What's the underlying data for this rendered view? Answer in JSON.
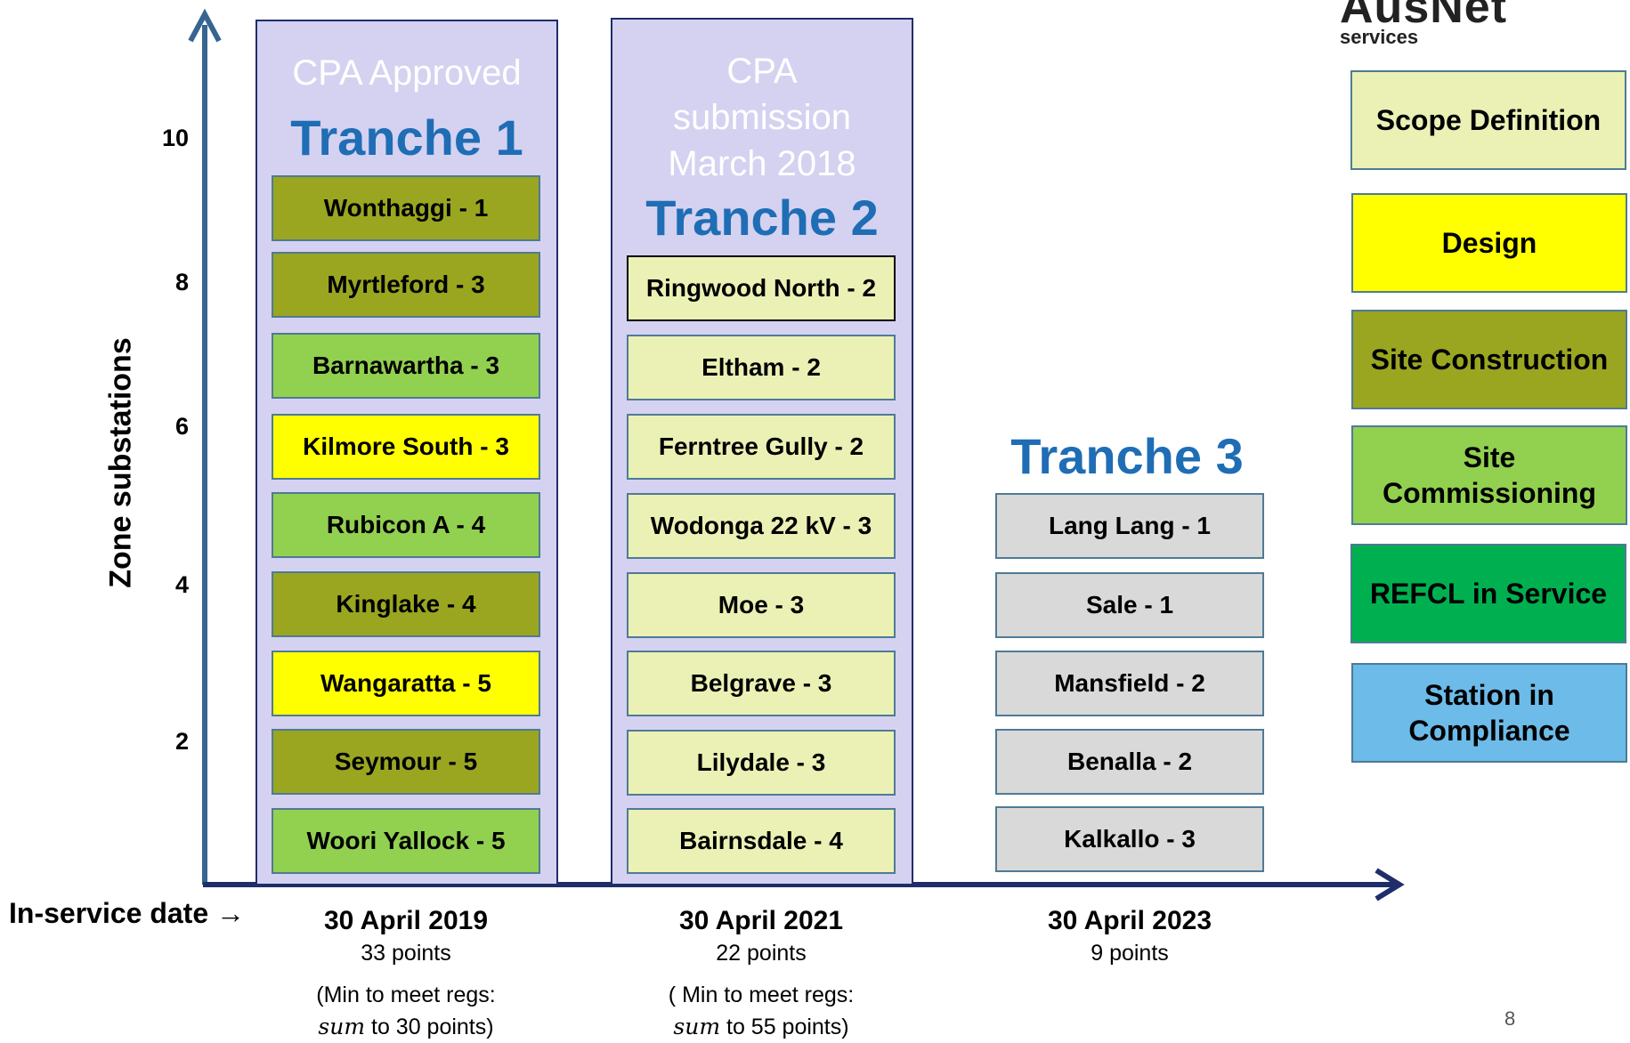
{
  "logo": {
    "main": "AusNet",
    "sub": "services"
  },
  "page_number": "8",
  "y_axis": {
    "label": "Zone substations",
    "ticks": [
      "10",
      "8",
      "6",
      "4",
      "2"
    ]
  },
  "x_axis": {
    "label": "In-service date →"
  },
  "columns": [
    {
      "header_lines": [
        "CPA Approved"
      ],
      "title": "Tranche 1",
      "items": [
        {
          "label": "Wonthaggi - 1",
          "stage": "Site Construction"
        },
        {
          "label": "Myrtleford - 3",
          "stage": "Site Construction"
        },
        {
          "label": "Barnawartha - 3",
          "stage": "Site Commissioning"
        },
        {
          "label": "Kilmore South - 3",
          "stage": "Design"
        },
        {
          "label": "Rubicon A - 4",
          "stage": "Site Commissioning"
        },
        {
          "label": "Kinglake - 4",
          "stage": "Site Construction"
        },
        {
          "label": "Wangaratta - 5",
          "stage": "Design"
        },
        {
          "label": "Seymour - 5",
          "stage": "Site Construction"
        },
        {
          "label": "Woori Yallock - 5",
          "stage": "Site Commissioning"
        }
      ],
      "date": "30 April 2019",
      "points": "33 points",
      "note_line1": "(Min to meet regs:",
      "note_var": "sum",
      "note_line2": " to 30 points)"
    },
    {
      "header_lines": [
        "CPA",
        "submission",
        "March 2018"
      ],
      "title": "Tranche 2",
      "items": [
        {
          "label": "Ringwood North - 2",
          "stage": "Scope Definition"
        },
        {
          "label": "Eltham - 2",
          "stage": "Scope Definition"
        },
        {
          "label": "Ferntree Gully - 2",
          "stage": "Scope Definition"
        },
        {
          "label": "Wodonga 22 kV - 3",
          "stage": "Scope Definition"
        },
        {
          "label": "Moe - 3",
          "stage": "Scope Definition"
        },
        {
          "label": "Belgrave - 3",
          "stage": "Scope Definition"
        },
        {
          "label": "Lilydale - 3",
          "stage": "Scope Definition"
        },
        {
          "label": "Bairnsdale - 4",
          "stage": "Scope Definition"
        }
      ],
      "date": "30 April 2021",
      "points": "22 points",
      "note_line1": "( Min to meet regs:",
      "note_var": "sum",
      "note_line2": " to 55 points)"
    },
    {
      "header_lines": [],
      "title": "Tranche 3",
      "items": [
        {
          "label": "Lang Lang - 1",
          "stage": "Not started"
        },
        {
          "label": "Sale - 1",
          "stage": "Not started"
        },
        {
          "label": "Mansfield - 2",
          "stage": "Not started"
        },
        {
          "label": "Benalla - 2",
          "stage": "Not started"
        },
        {
          "label": "Kalkallo - 3",
          "stage": "Not started"
        }
      ],
      "date": "30 April 2023",
      "points": "9 points"
    }
  ],
  "legend": [
    {
      "label": "Scope Definition",
      "color": "#ebf1b4"
    },
    {
      "label": "Design",
      "color": "#ffff00"
    },
    {
      "label": "Site Construction",
      "color": "#9aa620"
    },
    {
      "label": "Site Commissioning",
      "color": "#92d050"
    },
    {
      "label": "REFCL in Service",
      "color": "#00b050"
    },
    {
      "label": "Station in Compliance",
      "color": "#6cbbe9"
    }
  ],
  "colors": {
    "not_started": "#d9d9d9",
    "axis_y": "#366592",
    "axis_x": "#1f2d6b",
    "tranche_title": "#1f6db5",
    "column_bg": "#d4d2f0"
  }
}
